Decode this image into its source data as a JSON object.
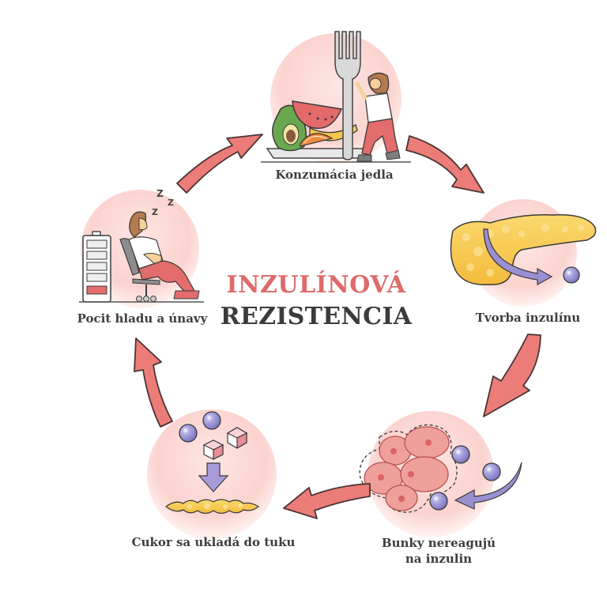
{
  "title": {
    "line1": "INZULÍNOVÁ",
    "line2": "REZISTENCIA"
  },
  "steps": [
    {
      "id": "food",
      "label": "Konzumácia jedla",
      "icon": "food-plate-fork-person-icon"
    },
    {
      "id": "insulin",
      "label": "Tvorba inzulínu",
      "icon": "pancreas-icon"
    },
    {
      "id": "cells",
      "label_line1": "Bunky nereagujú",
      "label_line2": "na inzulin",
      "icon": "cells-icon"
    },
    {
      "id": "fat",
      "label": "Cukor sa ukladá do tuku",
      "icon": "sugar-to-fat-icon"
    },
    {
      "id": "tired",
      "label": "Pocit hladu a únavy",
      "icon": "tired-person-battery-icon"
    }
  ],
  "cycle_direction": "clockwise",
  "colors": {
    "title_accent": "#df6a6a",
    "title_dark": "#3b3b3b",
    "arrow": "#ec7c78",
    "circle_bg": "#fbd9d6",
    "insulin_molecule": "#8c86c8",
    "fat": "#f6c94f"
  }
}
